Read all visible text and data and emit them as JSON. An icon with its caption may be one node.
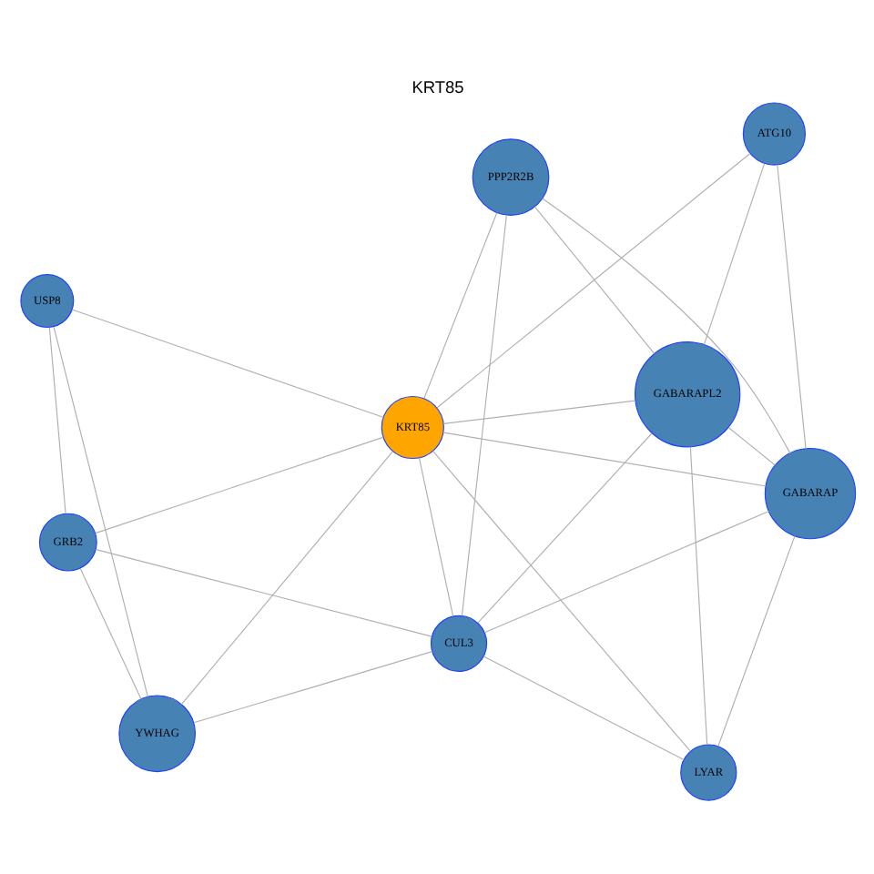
{
  "diagram": {
    "title": "KRT85",
    "nodes": [
      {
        "text": [
          "PPP2R2B"
        ]
      },
      {
        "text": [
          "ATG10"
        ]
      },
      {
        "text": [
          "YWHAG"
        ]
      },
      {
        "text": [
          "USP8"
        ]
      },
      {
        "text": [
          "KRT85"
        ]
      },
      {
        "text": [
          "GABARAPL2"
        ]
      },
      {
        "text": [
          "GABARAP"
        ]
      },
      {
        "text": [
          "CUL3"
        ]
      },
      {
        "text": [
          "GRB2"
        ]
      },
      {
        "text": [
          "LYAR"
        ]
      }
    ],
    "edges": [
      {
        "from": 0,
        "to": 5,
        "arrow": "none"
      },
      {
        "from": 0,
        "to": 6,
        "arrow": "none"
      },
      {
        "from": 0,
        "to": 7,
        "arrow": "none"
      },
      {
        "from": 0,
        "to": 4,
        "arrow": "none"
      },
      {
        "from": 1,
        "to": 4,
        "arrow": "none"
      },
      {
        "from": 1,
        "to": 5,
        "arrow": "none"
      },
      {
        "from": 1,
        "to": 6,
        "arrow": "none"
      },
      {
        "from": 4,
        "to": 5,
        "arrow": "none"
      },
      {
        "from": 4,
        "to": 6,
        "arrow": "none"
      },
      {
        "from": 4,
        "to": 9,
        "arrow": "none"
      },
      {
        "from": 4,
        "to": 7,
        "arrow": "none"
      },
      {
        "from": 4,
        "to": 8,
        "arrow": "none"
      },
      {
        "from": 4,
        "to": 2,
        "arrow": "none"
      },
      {
        "from": 4,
        "to": 3,
        "arrow": "none"
      },
      {
        "from": 2,
        "to": 3,
        "arrow": "none"
      },
      {
        "from": 2,
        "to": 7,
        "arrow": "none"
      },
      {
        "from": 2,
        "to": 8,
        "arrow": "none"
      },
      {
        "from": 3,
        "to": 8,
        "arrow": "none"
      },
      {
        "from": 5,
        "to": 6,
        "arrow": "none"
      },
      {
        "from": 5,
        "to": 7,
        "arrow": "none"
      },
      {
        "from": 5,
        "to": 9,
        "arrow": "none"
      },
      {
        "from": 6,
        "to": 7,
        "arrow": "none"
      },
      {
        "from": 6,
        "to": 9,
        "arrow": "none"
      },
      {
        "from": 7,
        "to": 8,
        "arrow": "none"
      },
      {
        "from": 7,
        "to": 9,
        "arrow": "none"
      }
    ]
  }
}
